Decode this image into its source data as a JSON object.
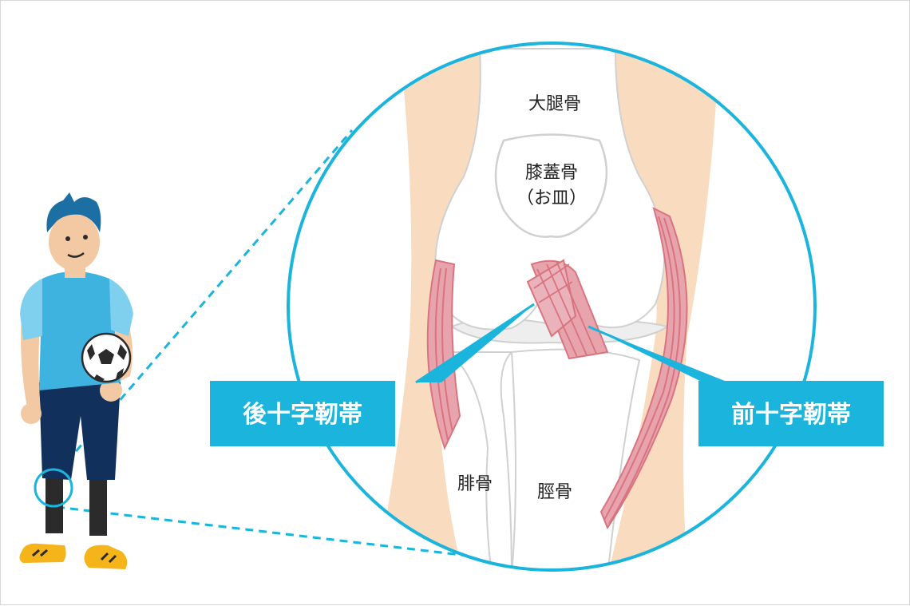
{
  "colors": {
    "accent": "#1ab4dd",
    "skin": "#f9dcc0",
    "ligament": "#d9737f",
    "bone_fill": "#ffffff",
    "bone_outline": "#d0d0d0",
    "shirt": "#3fb3e0",
    "shorts": "#11305c",
    "shoes": "#f4b41a"
  },
  "labels": {
    "femur": "大腿骨",
    "patella": "膝蓋骨",
    "patella_note": "（お皿）",
    "fibula": "腓骨",
    "tibia": "脛骨",
    "pcl": "後十字靭帯",
    "acl": "前十字靭帯"
  },
  "icons": {
    "figure": "soccer-player-figure",
    "ball": "soccer-ball-icon",
    "zoom": "zoom-circle"
  }
}
